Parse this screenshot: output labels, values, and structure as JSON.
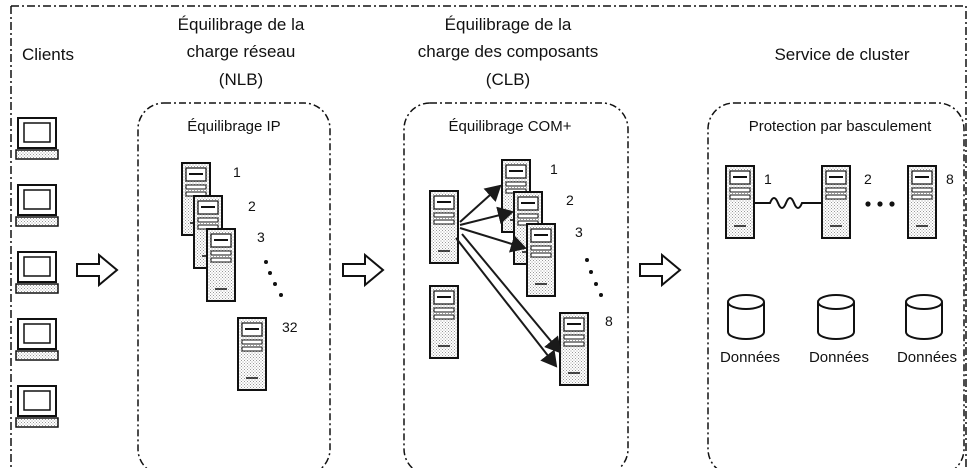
{
  "columns": {
    "clients": {
      "title": "Clients"
    },
    "nlb": {
      "title_lines": [
        "Équilibrage de la",
        "charge réseau",
        "(NLB)"
      ],
      "box_label": "Équilibrage IP",
      "server_numbers": [
        "1",
        "2",
        "3",
        "32"
      ]
    },
    "clb": {
      "title_lines": [
        "Équilibrage de la",
        "charge des composants",
        "(CLB)"
      ],
      "box_label": "Équilibrage COM+",
      "server_numbers": [
        "1",
        "2",
        "3",
        "8"
      ]
    },
    "cluster": {
      "title": "Service de cluster",
      "box_label": "Protection par basculement",
      "server_numbers": [
        "1",
        "2",
        "8"
      ],
      "data_labels": [
        "Données",
        "Données",
        "Données"
      ]
    }
  },
  "colors": {
    "line": "#1a1a1a",
    "dots": "#9a9a9a",
    "background": "#ffffff"
  },
  "icons": [
    "client-computer-icon",
    "server-icon",
    "database-icon",
    "flow-arrow-icon",
    "heartbeat-link-icon"
  ]
}
